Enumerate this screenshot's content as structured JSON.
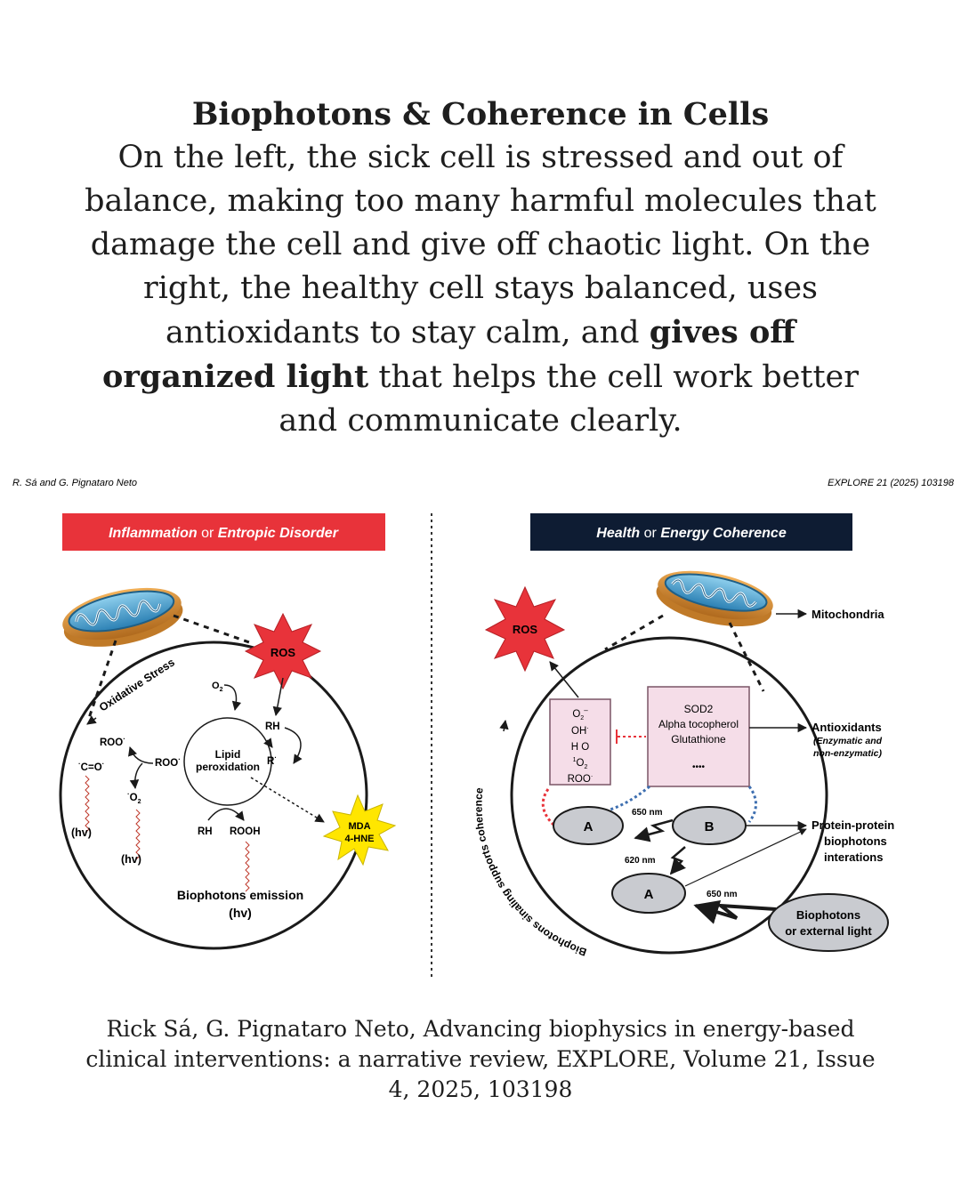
{
  "headline": {
    "title": "Biophotons & Coherence in Cells",
    "text_1": "On the left, the sick cell is stressed and out of balance, making too many harmful molecules that damage the cell and give off chaotic light. On the right, the healthy cell stays balanced, uses antioxidants to stay calm, and ",
    "bold": "gives off organized light",
    "text_2": " that helps the cell work better and communicate clearly."
  },
  "figure": {
    "header_left": "R. Sá and G. Pignataro Neto",
    "header_right": "EXPLORE 21 (2025) 103198",
    "left_panel": {
      "banner_a": "Inflammation",
      "banner_or": "or",
      "banner_b": "Entropic Disorder",
      "banner_color": "#e8333a",
      "oxidative_stress": "Oxidative Stress",
      "ros": "ROS",
      "o2": "O",
      "rh_top": "RH",
      "roo_top": "ROO",
      "c_o": "C=O",
      "roo_mid": "ROO",
      "lipid_1": "Lipid",
      "lipid_2": "peroxidation",
      "r_dot": "R",
      "o2_dot": "O",
      "hv_1": "(hv)",
      "hv_2": "(hv)",
      "rh_bottom": "RH",
      "rooh": "ROOH",
      "mda_1": "MDA",
      "mda_2": "4-HNE",
      "emission_1": "Biophotons emission",
      "emission_2": "(hv)"
    },
    "right_panel": {
      "banner_a": "Health",
      "banner_or": "or",
      "banner_b": "Energy Coherence",
      "banner_color": "#0e1c33",
      "ros": "ROS",
      "mitochondria": "Mitochondria",
      "species": [
        "O",
        "OH",
        "H O",
        "O",
        "ROO"
      ],
      "antioxidants_box": [
        "SOD2",
        "Alpha tocopherol",
        "Glutathione",
        "••••"
      ],
      "antioxidants": "Antioxidants",
      "antioxidants_sub_1": "(Enzymatic and",
      "antioxidants_sub_2": "non-enzymatic)",
      "node_a1": "A",
      "node_b": "B",
      "node_a2": "A",
      "nm_650_a": "650 nm",
      "nm_620": "620 nm",
      "nm_650_b": "650 nm",
      "ppi_1": "Protein-protein",
      "ppi_2": "biophotons",
      "ppi_3": "interations",
      "external_1": "Biophotons",
      "external_2": "or external light",
      "sinaling": "Biophotons sinaling supports coherence"
    }
  },
  "citation": "Rick Sá, G. Pignataro Neto, Advancing biophysics in energy-based clinical interventions: a narrative review, EXPLORE, Volume 21, Issue 4, 2025, 103198"
}
